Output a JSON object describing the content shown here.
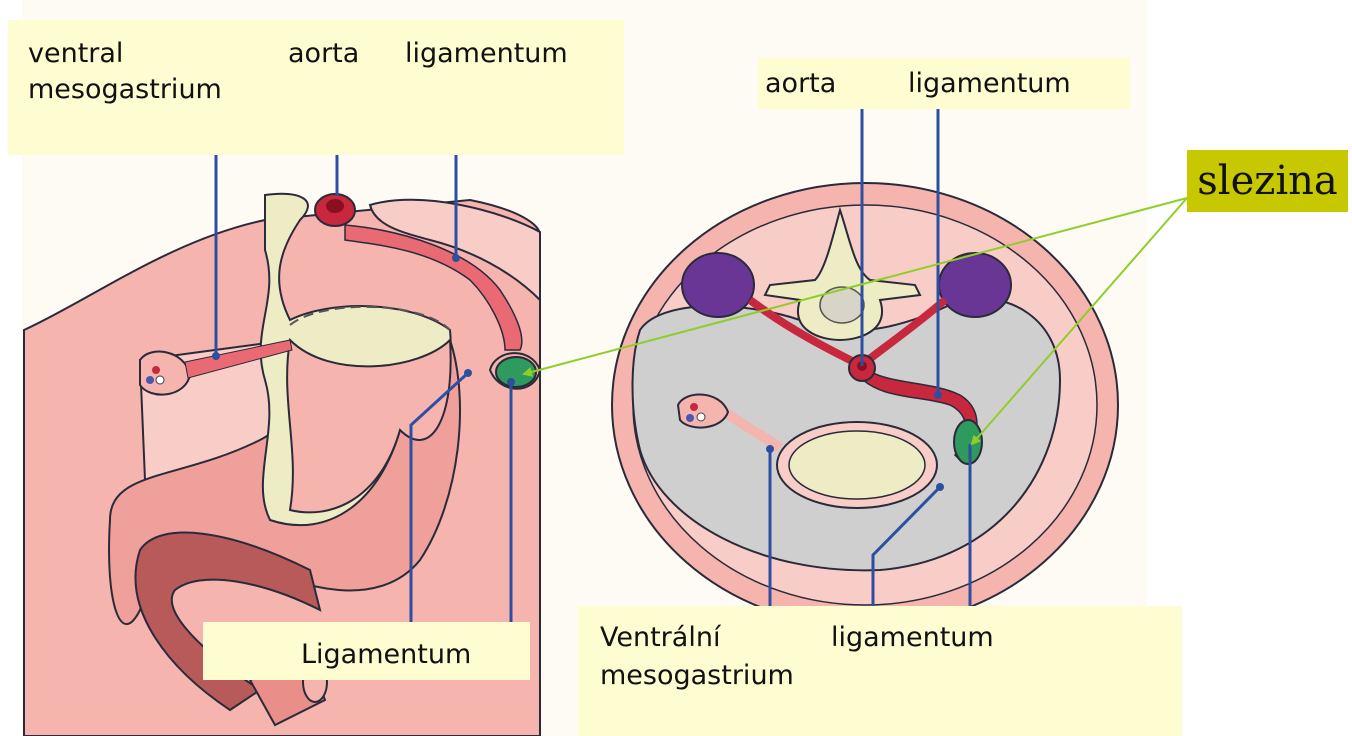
{
  "labels": {
    "top_left": {
      "ventral": "ventral",
      "aorta": "aorta",
      "ligamentum": "ligamentum",
      "mesogastrium": "mesogastrium"
    },
    "top_right": {
      "aorta": "aorta",
      "ligamentum": "ligamentum"
    },
    "bottom_left": {
      "ligamentum": "Ligamentum"
    },
    "bottom_right": {
      "ventralni": "Ventrální",
      "ligamentum": "ligamentum",
      "mesogastrium": "mesogastrium"
    },
    "callout": "slezina"
  },
  "colors": {
    "label_background": "#fefdd2",
    "callout_background": "#c8c800",
    "tissue_pink": "#f5b4ae",
    "tissue_light_pink": "#f8cdc7",
    "tissue_dark_pink": "#e98e88",
    "tissue_outline": "#2a2a3a",
    "stomach_yellow": "#eeecc4",
    "vessel_red": "#c8283e",
    "kidney_purple": "#6a3696",
    "spleen_green": "#2e9a5e",
    "cavity_gray": "#cfcfcf",
    "leader_line_blue": "#2e4fa0",
    "arrow_green": "#8fce2a"
  }
}
